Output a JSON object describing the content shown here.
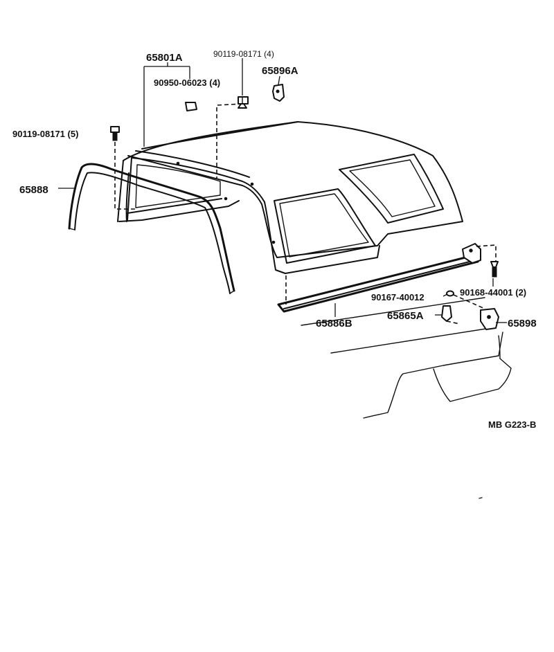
{
  "labels": {
    "hardtop": "65801A",
    "nut_top": "90119-08171 (4)",
    "grommet": "90950-06023 (4)",
    "bracket_top": "65896A",
    "bolt_left": "90119-08171 (5)",
    "front_molding": "65888",
    "screw_right": "90168-44001 (2)",
    "washer": "90167-40012",
    "side_molding": "65886B",
    "clip": "65865A",
    "bracket_right": "65898",
    "diagram_code": "MB G223-B"
  }
}
